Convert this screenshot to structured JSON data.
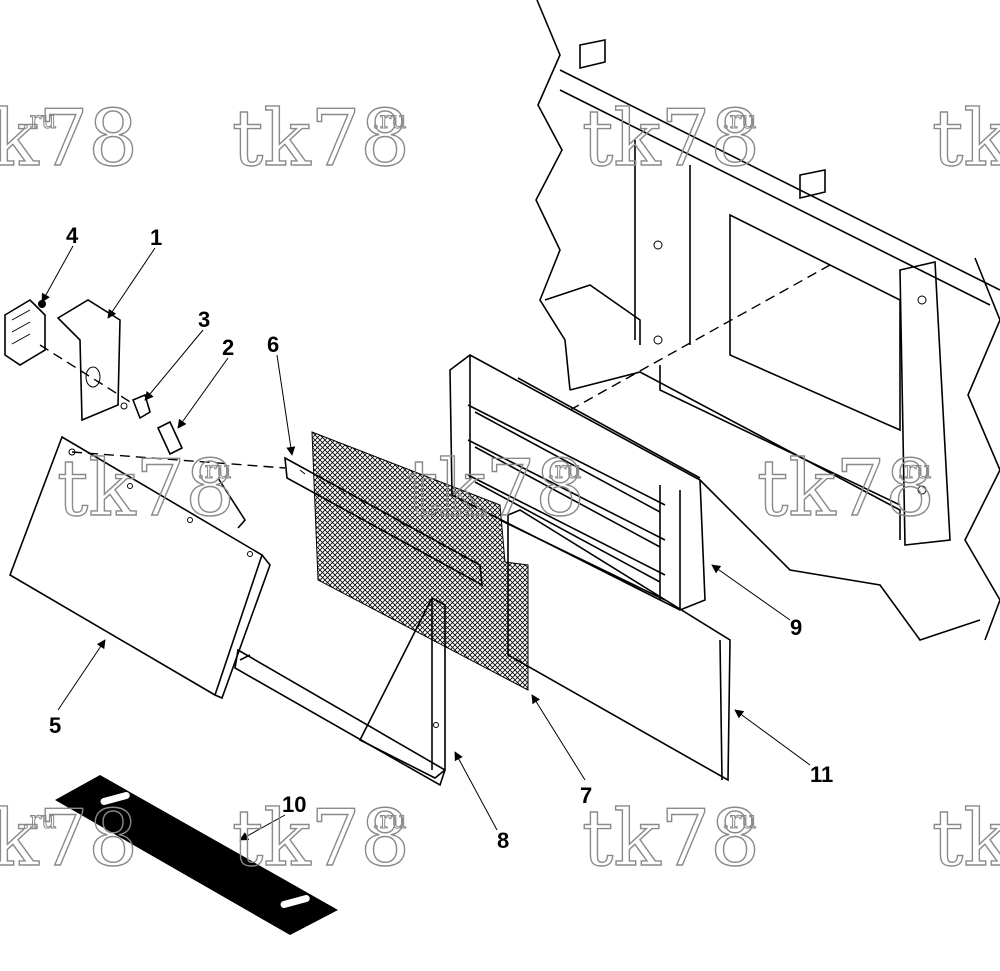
{
  "diagram": {
    "callouts": [
      "1",
      "2",
      "3",
      "4",
      "5",
      "6",
      "7",
      "8",
      "9",
      "10",
      "11"
    ],
    "watermark": {
      "main": "tk78",
      "suffix": ".ru"
    }
  }
}
